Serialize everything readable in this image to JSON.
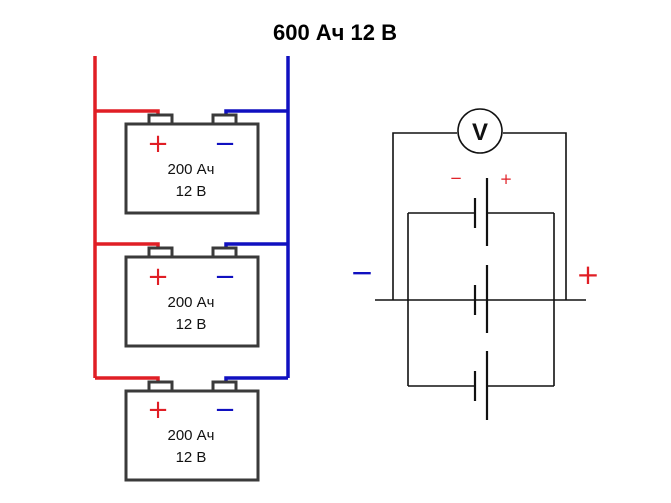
{
  "title": "600 Ач  12 В",
  "colors": {
    "positive": "#e01e25",
    "negative": "#1010c0",
    "outline": "#3a3a3a",
    "schematic": "#111111"
  },
  "batteries": [
    {
      "capacity": "200 Ач",
      "voltage": "12 В",
      "plus": "+",
      "minus": "−"
    },
    {
      "capacity": "200 Ач",
      "voltage": "12 В",
      "plus": "+",
      "minus": "−"
    },
    {
      "capacity": "200 Ач",
      "voltage": "12 В",
      "plus": "+",
      "minus": "−"
    }
  ],
  "schematic": {
    "meter_label": "V",
    "cell_minus": "−",
    "cell_plus": "+",
    "bus_minus": "−",
    "bus_plus": "+"
  }
}
